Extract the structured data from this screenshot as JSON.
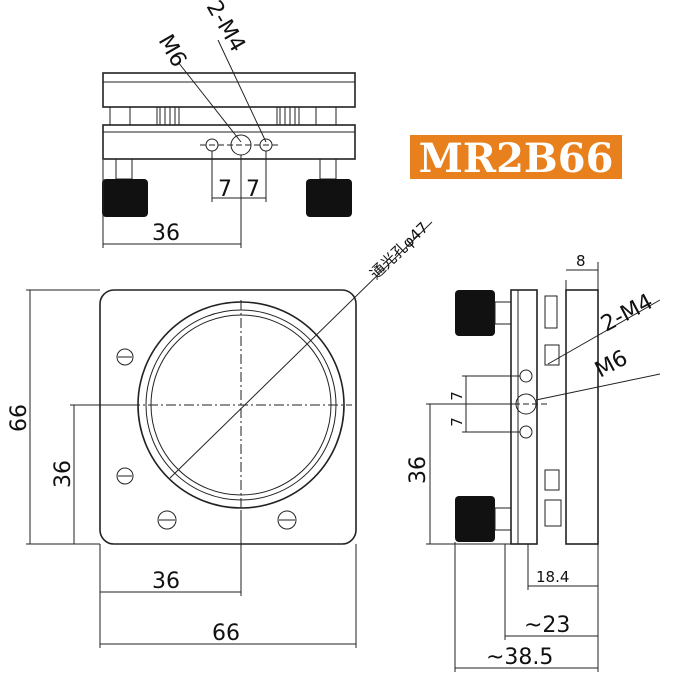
{
  "model": {
    "label": "MR2B66",
    "badge_color": "#e8801e"
  },
  "top_view": {
    "callout_m6": "M6",
    "callout_2m4": "2-M4",
    "dim_7a": "7",
    "dim_7b": "7",
    "dim_36": "36"
  },
  "front_view": {
    "aperture_label": "通光孔φ47",
    "dim_66_vertical": "66",
    "dim_36_vertical": "36",
    "dim_36_horizontal": "36",
    "dim_66_horizontal": "66"
  },
  "side_view": {
    "dim_8": "8",
    "callout_2m4": "2-M4",
    "callout_m6": "M6",
    "dim_7a": "7",
    "dim_7b": "7",
    "dim_36": "36",
    "dim_18_4": "18.4",
    "dim_23": "~23",
    "dim_38_5": "~38.5"
  }
}
